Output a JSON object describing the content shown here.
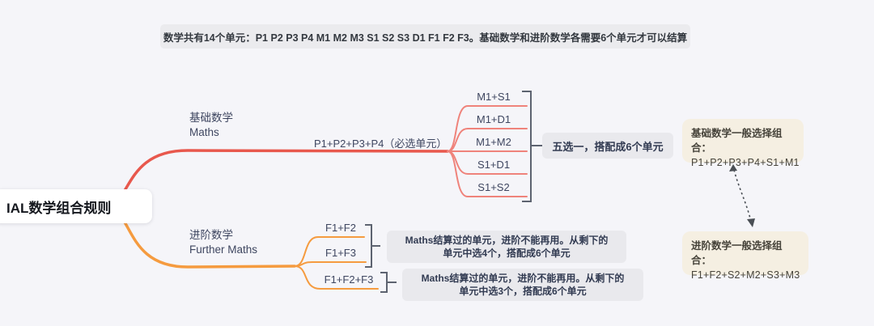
{
  "top_note": {
    "text": "数学共有14个单元：P1 P2 P3 P4 M1 M2 M3 S1 S2 S3 D1 F1 F2 F3。基础数学和进阶数学各需要6个单元才可以结算"
  },
  "root": {
    "label": "IAL数学组合规则"
  },
  "maths_branch": {
    "title": "基础数学",
    "subtitle": "Maths",
    "required_label": "P1+P2+P3+P4（必选单元）",
    "options": [
      "M1+S1",
      "M1+D1",
      "M1+M2",
      "S1+D1",
      "S1+S2"
    ],
    "note": "五选一，搭配成6个单元"
  },
  "further_branch": {
    "title": "进阶数学",
    "subtitle": "Further Maths",
    "pair_options": [
      "F1+F2",
      "F1+F3"
    ],
    "pair_note_lines": [
      "Maths结算过的单元，进阶不能再用。从剩下的",
      "单元中选4个，搭配成6个单元"
    ],
    "triple_option": "F1+F2+F3",
    "triple_note_lines": [
      "Maths结算过的单元，进阶不能再用。从剩下的",
      "单元中选3个，搭配成6个单元"
    ]
  },
  "recommendations": {
    "maths": {
      "title": "基础数学一般选择组合：",
      "combo": "P1+P2+P3+P4+S1+M1"
    },
    "further": {
      "title": "进阶数学一般选择组合：",
      "combo": "F1+F2+S2+M2+S3+M3"
    }
  },
  "colors": {
    "red_main": "#e8584d",
    "red_light": "#ef837b",
    "orange": "#f59b3f",
    "bracket": "#5d6370",
    "arrow": "#4a4f55",
    "grey_note_bg": "#e9e9ed",
    "beige_bg": "#f5efe2",
    "background": "#f5f5f9"
  }
}
